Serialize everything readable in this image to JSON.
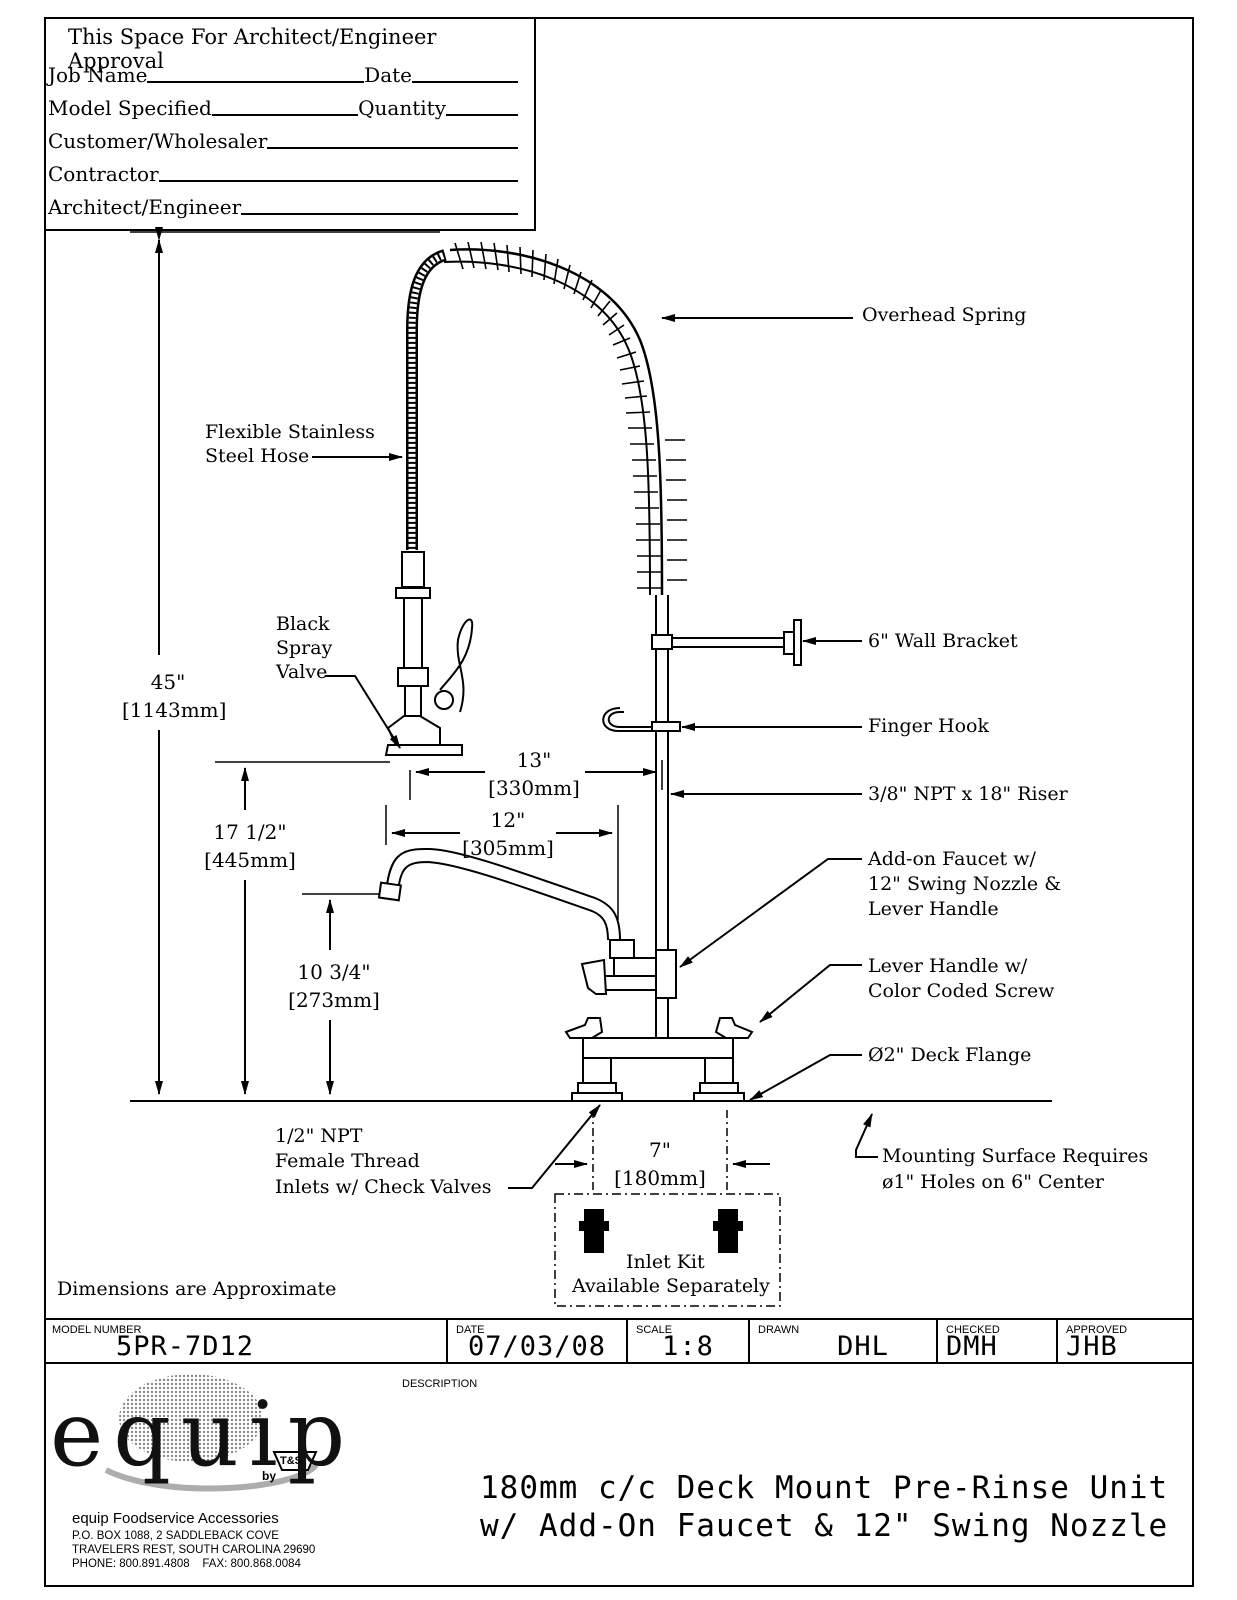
{
  "approval": {
    "title": "This Space For Architect/Engineer Approval",
    "job_name": "Job Name",
    "date": "Date",
    "model_specified": "Model Specified",
    "quantity": "Quantity",
    "customer": "Customer/Wholesaler",
    "contractor": "Contractor",
    "architect": "Architect/Engineer"
  },
  "callouts": {
    "overhead_spring": "Overhead Spring",
    "hose_line1": "Flexible Stainless",
    "hose_line2": "Steel Hose",
    "spray_line1": "Black",
    "spray_line2": "Spray",
    "spray_line3": "Valve",
    "wall_bracket": "6\" Wall Bracket",
    "finger_hook": "Finger Hook",
    "riser": "3/8\" NPT x 18\" Riser",
    "addon_line1": "Add-on Faucet w/",
    "addon_line2": "12\" Swing Nozzle &",
    "addon_line3": "Lever Handle",
    "lever_line1": "Lever Handle w/",
    "lever_line2": "Color Coded Screw",
    "flange": "Ø2\" Deck Flange",
    "inlet_line1": "1/2\" NPT",
    "inlet_line2": "Female Thread",
    "inlet_line3": "Inlets w/ Check Valves",
    "mount_line1": "Mounting Surface Requires",
    "mount_line2": "ø1\" Holes on 6\" Center",
    "kit_line1": "Inlet Kit",
    "kit_line2": "Available Separately",
    "approx": "Dimensions are Approximate"
  },
  "dimensions": {
    "overall_in": "45\"",
    "overall_mm": "[1143mm]",
    "spray_in": "17 1/2\"",
    "spray_mm": "[445mm]",
    "spout_in": "10 3/4\"",
    "spout_mm": "[273mm]",
    "reach13_in": "13\"",
    "reach13_mm": "[330mm]",
    "reach12_in": "12\"",
    "reach12_mm": "[305mm]",
    "center_in": "7\"",
    "center_mm": "[180mm]"
  },
  "title_block": {
    "model_number_label": "MODEL NUMBER",
    "model_number": "5PR-7D12",
    "date_label": "DATE",
    "date": "07/03/08",
    "scale_label": "SCALE",
    "scale": "1:8",
    "drawn_label": "DRAWN",
    "drawn": "DHL",
    "checked_label": "CHECKED",
    "checked": "DMH",
    "approved_label": "APPROVED",
    "approved": "JHB",
    "description_label": "DESCRIPTION",
    "description_line1": "180mm c/c Deck Mount Pre-Rinse Unit",
    "description_line2": "w/ Add-On Faucet & 12\" Swing Nozzle"
  },
  "company": {
    "logo_text": "equip",
    "logo_by": "by",
    "logo_badge": "T&S",
    "name": "equip Foodservice Accessories",
    "address1": "P.O. BOX 1088, 2 SADDLEBACK COVE",
    "address2": "TRAVELERS REST, SOUTH CAROLINA 29690",
    "phone": "PHONE: 800.891.4808    FAX: 800.868.0084"
  }
}
